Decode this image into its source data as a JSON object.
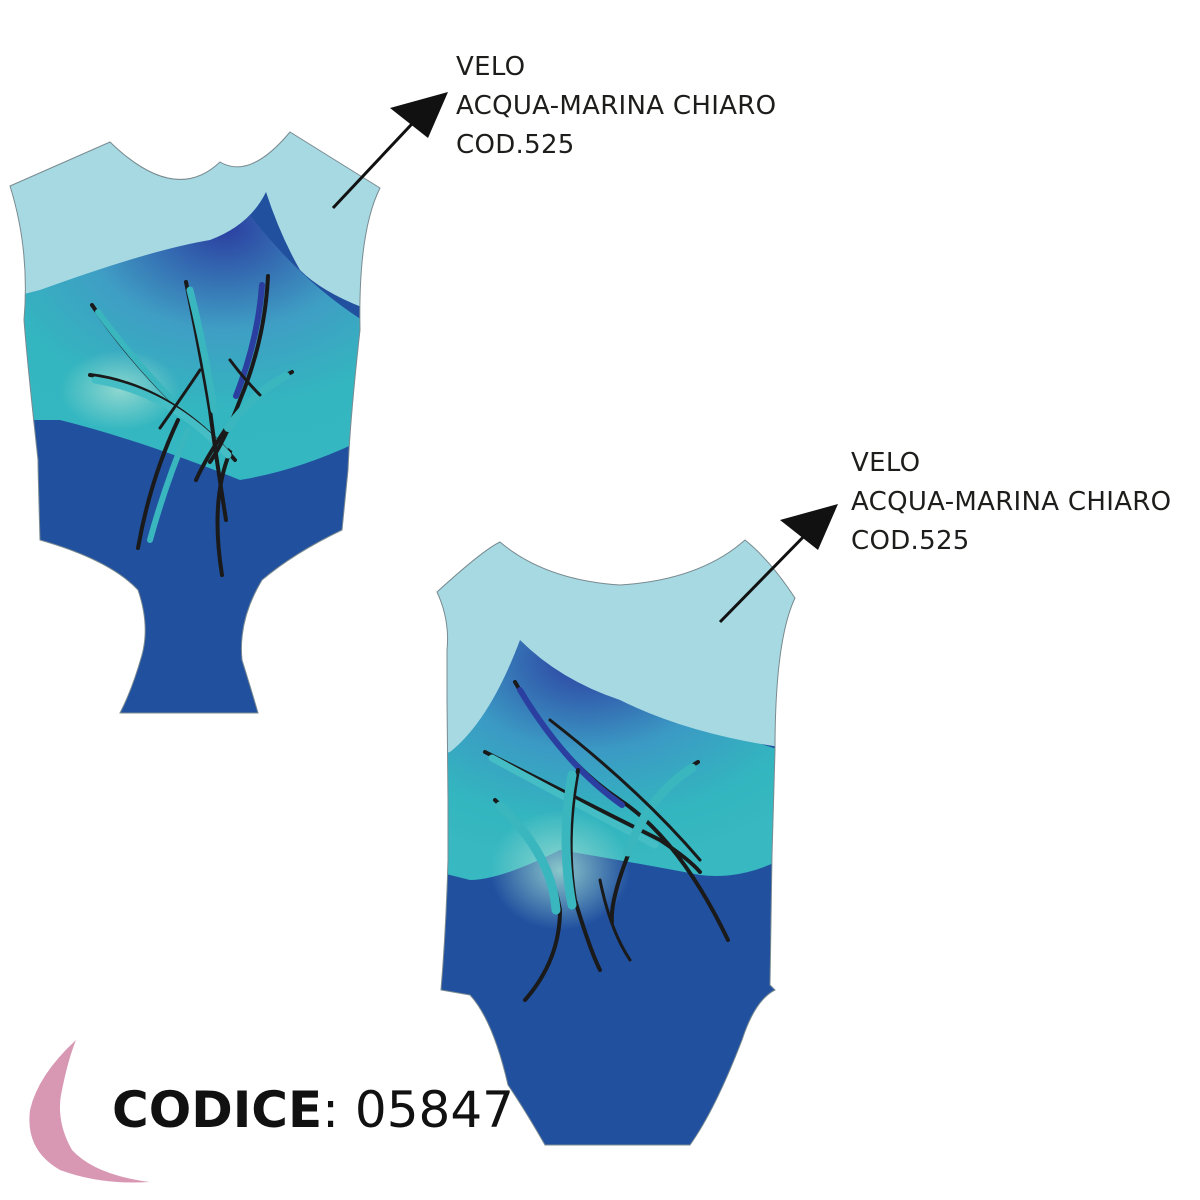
{
  "front_label": {
    "line1": "VELO",
    "line2": "ACQUA-MARINA CHIARO",
    "line3": "COD.525"
  },
  "back_label": {
    "line1": "VELO",
    "line2": "ACQUA-MARINA CHIARO",
    "line3": "COD.525"
  },
  "product_code": {
    "keyword": "CODICE",
    "separator": ": ",
    "value": "05847"
  },
  "colors": {
    "veil_light_aqua": "#a6d9e2",
    "body_royal_blue": "#21509f",
    "teal": "#3ab6bf",
    "deep_indigo": "#2a3fa0",
    "logo_pink": "#d898b4",
    "outline": "#1a1a1a"
  },
  "icons": [
    "brand-logo-icon",
    "arrow-icon"
  ]
}
